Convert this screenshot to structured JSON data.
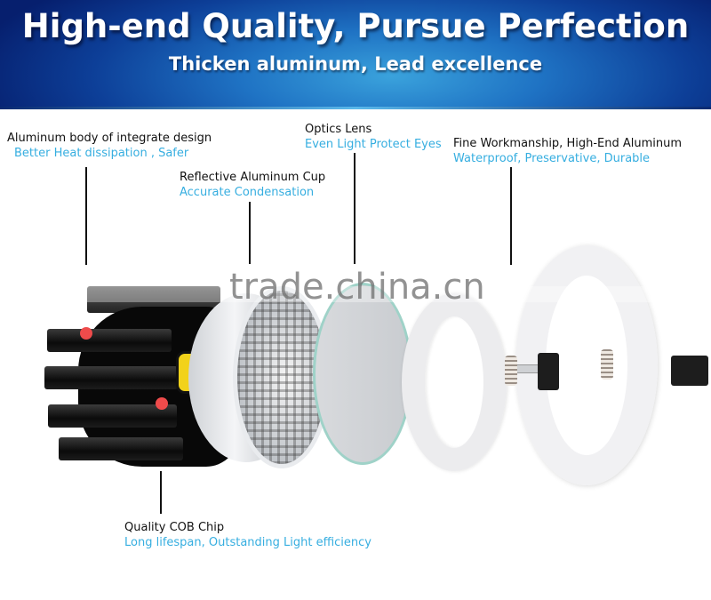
{
  "banner": {
    "title": "High-end Quality, Pursue Perfection",
    "subtitle": "Thicken aluminum, Lead excellence",
    "colors": {
      "edge": "#061f6e",
      "center": "#3aa2dc",
      "text": "#ffffff"
    }
  },
  "callouts": [
    {
      "id": "aluminum-body",
      "title": "Aluminum body of integrate design",
      "subtitle": "Better Heat dissipation , Safer"
    },
    {
      "id": "reflective-cup",
      "title": "Reflective Aluminum Cup",
      "subtitle": "Accurate Condensation"
    },
    {
      "id": "optics-lens",
      "title": "Optics Lens",
      "subtitle": "Even Light Protect Eyes"
    },
    {
      "id": "fine-workmanship",
      "title": "Fine Workmanship, High-End Aluminum",
      "subtitle": "Waterproof, Preservative, Durable"
    },
    {
      "id": "cob-chip",
      "title": "Quality COB Chip",
      "subtitle": "Long lifespan, Outstanding Light efficiency"
    }
  ],
  "colors": {
    "title_text": "#111111",
    "subtitle_text": "#36aee0",
    "marker_dot": "#ee4b4b",
    "cob_chip": "#f2d21a"
  },
  "watermark": "trade.china.cn"
}
